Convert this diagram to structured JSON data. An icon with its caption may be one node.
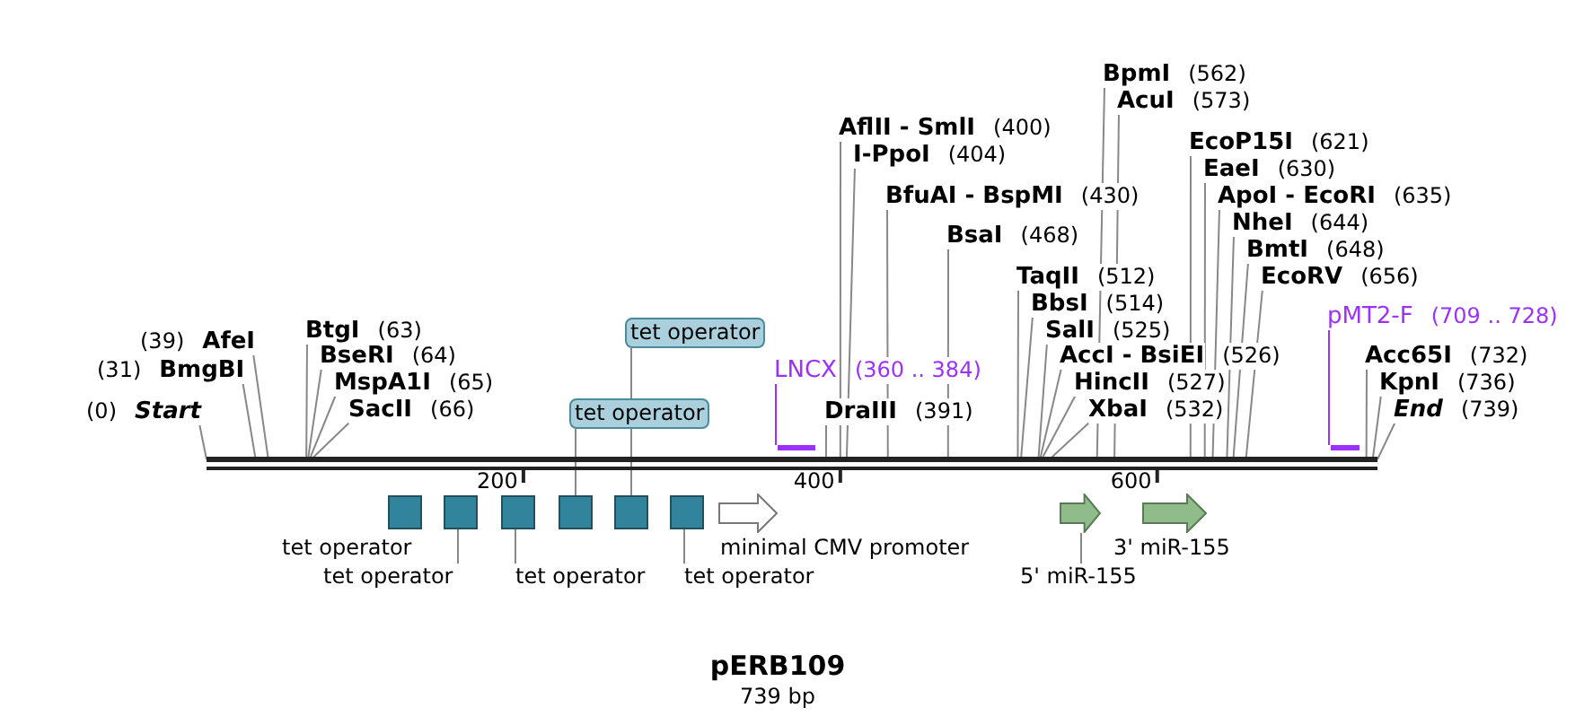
{
  "diagram": {
    "title": "pERB109",
    "caption": "739 bp",
    "nodes": [
      {
        "text": [
          "BpmI",
          "(562)"
        ]
      },
      {
        "text": [
          "AcuI",
          "(573)"
        ]
      },
      {
        "text": [
          "AflII - SmlI",
          "(400)"
        ]
      },
      {
        "text": [
          "I-PpoI",
          "(404)"
        ]
      },
      {
        "text": [
          "EcoP15I",
          "(621)"
        ]
      },
      {
        "text": [
          "EaeI",
          "(630)"
        ]
      },
      {
        "text": [
          "BfuAI - BspMI",
          "(430)"
        ]
      },
      {
        "text": [
          "ApoI - EcoRI",
          "(635)"
        ]
      },
      {
        "text": [
          "NheI",
          "(644)"
        ]
      },
      {
        "text": [
          "BsaI",
          "(468)"
        ]
      },
      {
        "text": [
          "BmtI",
          "(648)"
        ]
      },
      {
        "text": [
          "EcoRV",
          "(656)"
        ]
      },
      {
        "text": [
          "TaqII",
          "(512)"
        ]
      },
      {
        "text": [
          "BbsI",
          "(514)"
        ]
      },
      {
        "text": [
          "SalI",
          "(525)"
        ]
      },
      {
        "text": [
          "BtgI",
          "(63)"
        ]
      },
      {
        "text": [
          "tet operator"
        ]
      },
      {
        "text": [
          "(39)",
          "AfeI"
        ]
      },
      {
        "text": [
          "pMT2-F",
          "(709 .. 728)"
        ]
      },
      {
        "text": [
          "BseRI",
          "(64)"
        ]
      },
      {
        "text": [
          "(31)",
          "BmgBI"
        ]
      },
      {
        "text": [
          "AccI - BsiEI",
          "(526)"
        ]
      },
      {
        "text": [
          "MspA1I",
          "(65)"
        ]
      },
      {
        "text": [
          "LNCX",
          "(360 .. 384)"
        ]
      },
      {
        "text": [
          "HincII",
          "(527)"
        ]
      },
      {
        "text": [
          "Acc65I",
          "(732)"
        ]
      },
      {
        "text": [
          "(0)",
          "Start"
        ]
      },
      {
        "text": [
          "SacII",
          "(66)"
        ]
      },
      {
        "text": [
          "DraIII",
          "(391)"
        ]
      },
      {
        "text": [
          "XbaI",
          "(532)"
        ]
      },
      {
        "text": [
          "KpnI",
          "(736)"
        ]
      },
      {
        "text": [
          "End",
          "(739)"
        ]
      },
      {
        "text": [
          "tet operator"
        ]
      },
      {
        "text": [],
        "shape": "bar"
      },
      {
        "text": [],
        "shape": "bar"
      },
      {
        "text": [],
        "shape": "box",
        "beside": [
          "tet operator"
        ]
      },
      {
        "text": [],
        "shape": "box"
      },
      {
        "text": [],
        "shape": "box"
      },
      {
        "text": [],
        "shape": "box"
      },
      {
        "text": [],
        "shape": "box"
      },
      {
        "text": [],
        "shape": "box"
      },
      {
        "text": [],
        "shape": "arrow",
        "beside": [
          "minimal CMV promoter"
        ]
      },
      {
        "text": [],
        "shape": "arrow"
      },
      {
        "text": [],
        "shape": "arrow",
        "beside": [
          "3' miR-155"
        ]
      },
      {
        "text": [
          "tet operator"
        ]
      },
      {
        "text": [
          "tet operator"
        ]
      },
      {
        "text": [
          "tet operator"
        ]
      },
      {
        "text": [
          "5' miR-155"
        ]
      },
      {
        "text": [],
        "shape": "bar"
      }
    ],
    "edges": [
      {
        "from": 0,
        "to": 48,
        "arrow": "none"
      },
      {
        "from": 1,
        "to": 48,
        "arrow": "none"
      },
      {
        "from": 2,
        "to": 48,
        "arrow": "none"
      },
      {
        "from": 3,
        "to": 48,
        "arrow": "none"
      },
      {
        "from": 4,
        "to": 48,
        "arrow": "none"
      },
      {
        "from": 5,
        "to": 48,
        "arrow": "none"
      },
      {
        "from": 6,
        "to": 48,
        "arrow": "none"
      },
      {
        "from": 7,
        "to": 48,
        "arrow": "none"
      },
      {
        "from": 8,
        "to": 48,
        "arrow": "none"
      },
      {
        "from": 9,
        "to": 48,
        "arrow": "none"
      },
      {
        "from": 10,
        "to": 48,
        "arrow": "none"
      },
      {
        "from": 11,
        "to": 48,
        "arrow": "none"
      },
      {
        "from": 12,
        "to": 48,
        "arrow": "none"
      },
      {
        "from": 13,
        "to": 48,
        "arrow": "none"
      },
      {
        "from": 14,
        "to": 48,
        "arrow": "none"
      },
      {
        "from": 15,
        "to": 48,
        "arrow": "none"
      },
      {
        "from": 16,
        "to": 39,
        "arrow": "none"
      },
      {
        "from": 17,
        "to": 48,
        "arrow": "none"
      },
      {
        "from": 18,
        "to": 34,
        "arrow": "none",
        "color": "#9b30ff"
      },
      {
        "from": 19,
        "to": 48,
        "arrow": "none"
      },
      {
        "from": 20,
        "to": 48,
        "arrow": "none"
      },
      {
        "from": 21,
        "to": 48,
        "arrow": "none"
      },
      {
        "from": 22,
        "to": 48,
        "arrow": "none"
      },
      {
        "from": 23,
        "to": 33,
        "arrow": "none",
        "color": "#9b30ff"
      },
      {
        "from": 24,
        "to": 48,
        "arrow": "none"
      },
      {
        "from": 25,
        "to": 48,
        "arrow": "none"
      },
      {
        "from": 26,
        "to": 48,
        "arrow": "none"
      },
      {
        "from": 27,
        "to": 48,
        "arrow": "none"
      },
      {
        "from": 28,
        "to": 48,
        "arrow": "none"
      },
      {
        "from": 29,
        "to": 48,
        "arrow": "none"
      },
      {
        "from": 30,
        "to": 48,
        "arrow": "none"
      },
      {
        "from": 31,
        "to": 48,
        "arrow": "none"
      },
      {
        "from": 32,
        "to": 38,
        "arrow": "none"
      },
      {
        "from": 44,
        "to": 36,
        "arrow": "none"
      },
      {
        "from": 45,
        "to": 37,
        "arrow": "none"
      },
      {
        "from": 46,
        "to": 40,
        "arrow": "none"
      },
      {
        "from": 47,
        "to": 42,
        "arrow": "none"
      }
    ],
    "labels": [
      "200",
      "400",
      "600"
    ]
  }
}
